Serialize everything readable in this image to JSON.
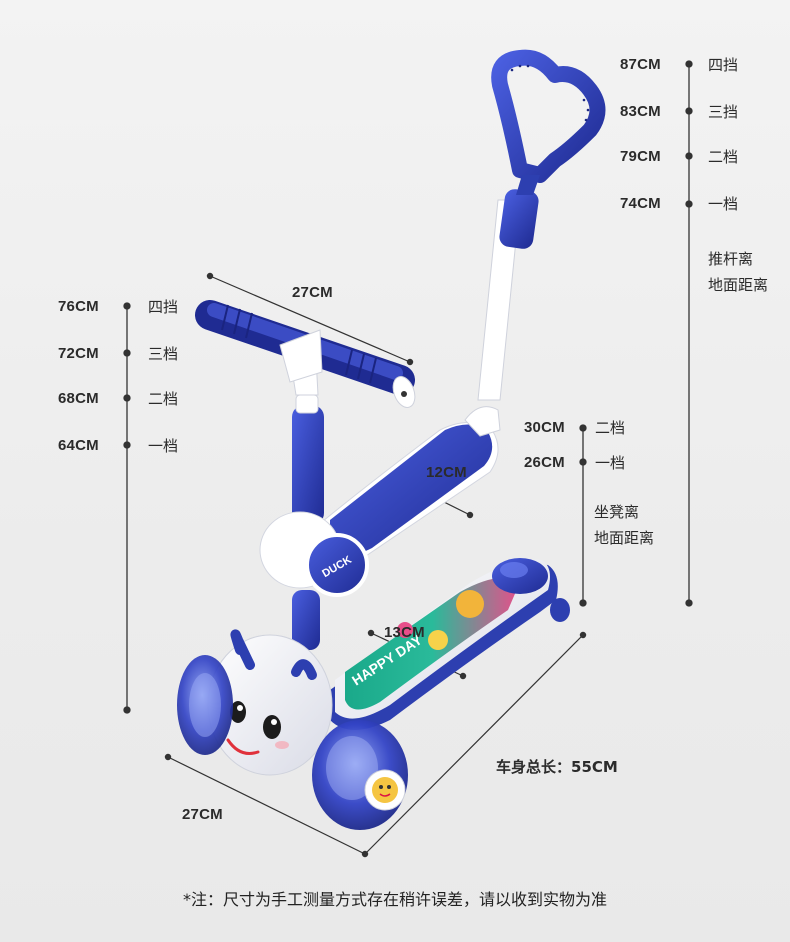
{
  "handlebar_heights": [
    {
      "value": "87CM",
      "level": "四挡"
    },
    {
      "value": "83CM",
      "level": "三挡"
    },
    {
      "value": "79CM",
      "level": "二档"
    },
    {
      "value": "74CM",
      "level": "一档"
    }
  ],
  "handlebar_caption": [
    "推杆离",
    "地面距离"
  ],
  "seat_post_heights": [
    {
      "value": "76CM",
      "level": "四挡"
    },
    {
      "value": "72CM",
      "level": "三档"
    },
    {
      "value": "68CM",
      "level": "二档"
    },
    {
      "value": "64CM",
      "level": "一档"
    }
  ],
  "seat_heights": [
    {
      "value": "30CM",
      "level": "二档"
    },
    {
      "value": "26CM",
      "level": "一档"
    }
  ],
  "seat_caption": [
    "坐凳离",
    "地面距离"
  ],
  "dimensions": {
    "handlebar_width": "27CM",
    "seat_length": "12CM",
    "deck_width": "13CM",
    "wheelbase_width": "27CM",
    "body_length": "车身总长：55CM"
  },
  "footnote": "*注：尺寸为手工测量方式存在稍许误差，请以收到实物为准",
  "product": {
    "brand_badge": "DUCK",
    "deck_print": "HAPPY DAY"
  },
  "colors": {
    "accent_blue": "#2d3fb0",
    "frame_white": "#ffffff",
    "text": "#2b2b2b"
  }
}
